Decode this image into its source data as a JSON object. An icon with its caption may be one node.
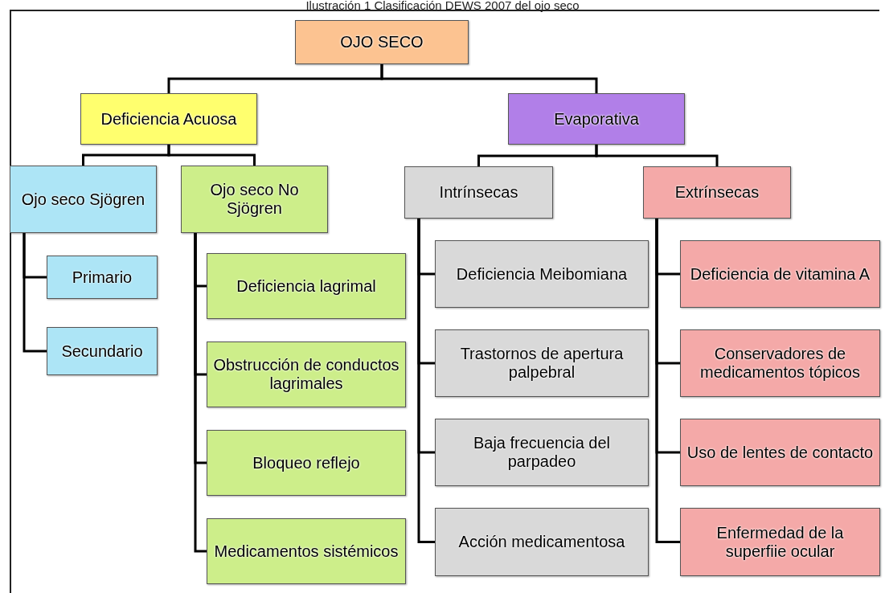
{
  "diagram": {
    "title": "Ilustración 1 Clasificación DEWS 2007 del ojo seco",
    "nodes": [
      {
        "text": [
          "OJO SECO"
        ]
      },
      {
        "text": [
          "Deficiencia Acuosa"
        ]
      },
      {
        "text": [
          "Evaporativa"
        ]
      },
      {
        "text": [
          "Ojo seco Sjögren"
        ]
      },
      {
        "text": [
          "Ojo seco No Sjögren"
        ]
      },
      {
        "text": [
          "Primario"
        ]
      },
      {
        "text": [
          "Secundario"
        ]
      },
      {
        "text": [
          "Deficiencia lagrimal"
        ]
      },
      {
        "text": [
          "Obstrucción de conductos lagrimales"
        ]
      },
      {
        "text": [
          "Bloqueo reflejo"
        ]
      },
      {
        "text": [
          "Medicamentos sistémicos"
        ]
      },
      {
        "text": [
          "Intrínsecas"
        ]
      },
      {
        "text": [
          "Extrínsecas"
        ]
      },
      {
        "text": [
          "Deficiencia Meibomiana"
        ]
      },
      {
        "text": [
          "Trastornos de apertura palpebral"
        ]
      },
      {
        "text": [
          "Baja frecuencia del parpadeo"
        ]
      },
      {
        "text": [
          "Acción medicamentosa"
        ]
      },
      {
        "text": [
          "Deficiencia de vitamina A"
        ]
      },
      {
        "text": [
          "Conservadores de medicamentos tópicos"
        ]
      },
      {
        "text": [
          "Uso de lentes de contacto"
        ]
      },
      {
        "text": [
          "Enfermedad de la superfiie ocular"
        ]
      }
    ],
    "edges": [
      {
        "from": 0,
        "to": 1,
        "arrow": "none"
      },
      {
        "from": 0,
        "to": 2,
        "arrow": "none"
      },
      {
        "from": 1,
        "to": 3,
        "arrow": "none"
      },
      {
        "from": 1,
        "to": 4,
        "arrow": "none"
      },
      {
        "from": 3,
        "to": 5,
        "arrow": "none"
      },
      {
        "from": 3,
        "to": 6,
        "arrow": "none"
      },
      {
        "from": 4,
        "to": 7,
        "arrow": "none"
      },
      {
        "from": 4,
        "to": 8,
        "arrow": "none"
      },
      {
        "from": 4,
        "to": 9,
        "arrow": "none"
      },
      {
        "from": 4,
        "to": 10,
        "arrow": "none"
      },
      {
        "from": 2,
        "to": 11,
        "arrow": "none"
      },
      {
        "from": 2,
        "to": 12,
        "arrow": "none"
      },
      {
        "from": 11,
        "to": 13,
        "arrow": "none"
      },
      {
        "from": 11,
        "to": 14,
        "arrow": "none"
      },
      {
        "from": 11,
        "to": 15,
        "arrow": "none"
      },
      {
        "from": 11,
        "to": 16,
        "arrow": "none"
      },
      {
        "from": 12,
        "to": 17,
        "arrow": "none"
      },
      {
        "from": 12,
        "to": 18,
        "arrow": "none"
      },
      {
        "from": 12,
        "to": 19,
        "arrow": "none"
      },
      {
        "from": 12,
        "to": 20,
        "arrow": "none"
      }
    ]
  }
}
